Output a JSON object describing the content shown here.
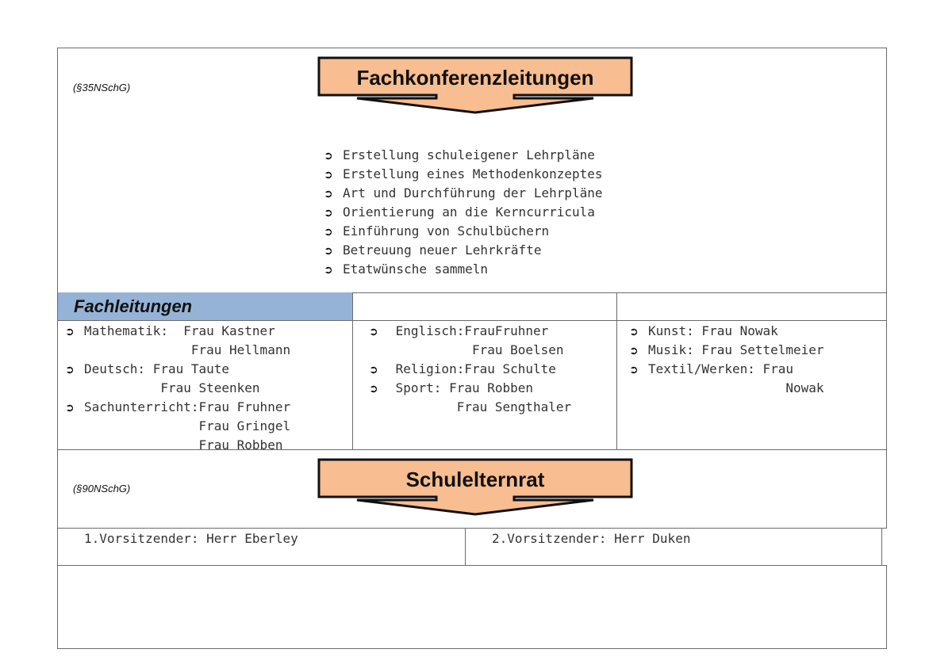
{
  "fachkonferenz": {
    "law_ref": "(§35NSchG)",
    "title": "Fachkonferenzleitungen",
    "bullet_symbol": "➲",
    "tasks": [
      "Erstellung schuleigener Lehrpläne",
      "Erstellung eines Methodenkonzeptes",
      "Art und Durchführung der Lehrpläne",
      "Orientierung an die Kerncurricula",
      "Einführung von Schulbüchern",
      "Betreuung neuer Lehrkräfte",
      "Etatwünsche sammeln"
    ]
  },
  "fachleitungen": {
    "title": "Fachleitungen",
    "col1": [
      {
        "bullet": "➲",
        "text": "Mathematik:  Frau Kastner"
      },
      {
        "bullet": "",
        "text": "              Frau Hellmann"
      },
      {
        "bullet": "➲",
        "text": "Deutsch: Frau Taute"
      },
      {
        "bullet": "",
        "text": "          Frau Steenken"
      },
      {
        "bullet": "➲",
        "text": "Sachunterricht:Frau Fruhner"
      },
      {
        "bullet": "",
        "text": "               Frau Gringel"
      },
      {
        "bullet": "",
        "text": "               Frau Robben"
      }
    ],
    "col2": [
      {
        "bullet": "➲",
        "text": " Englisch:FrauFruhner"
      },
      {
        "bullet": "",
        "text": "           Frau Boelsen"
      },
      {
        "bullet": "➲",
        "text": " Religion:Frau Schulte"
      },
      {
        "bullet": "➲",
        "text": " Sport: Frau Robben"
      },
      {
        "bullet": "",
        "text": "         Frau Sengthaler"
      }
    ],
    "col3": [
      {
        "bullet": "➲",
        "text": "Kunst: Frau Nowak"
      },
      {
        "bullet": "➲",
        "text": "Musik: Frau Settelmeier"
      },
      {
        "bullet": "➲",
        "text": "Textil/Werken: Frau"
      },
      {
        "bullet": "",
        "text": "                  Nowak"
      }
    ]
  },
  "schulelternrat": {
    "law_ref": "(§90NSchG)",
    "title": "Schulelternrat",
    "chair1": "1.Vorsitzender: Herr Eberley",
    "chair2": "2.Vorsitzender: Herr Duken"
  },
  "colors": {
    "banner_fill": "#f8bd90",
    "header_fill": "#95b3d7",
    "border": "#6b6b6b"
  }
}
